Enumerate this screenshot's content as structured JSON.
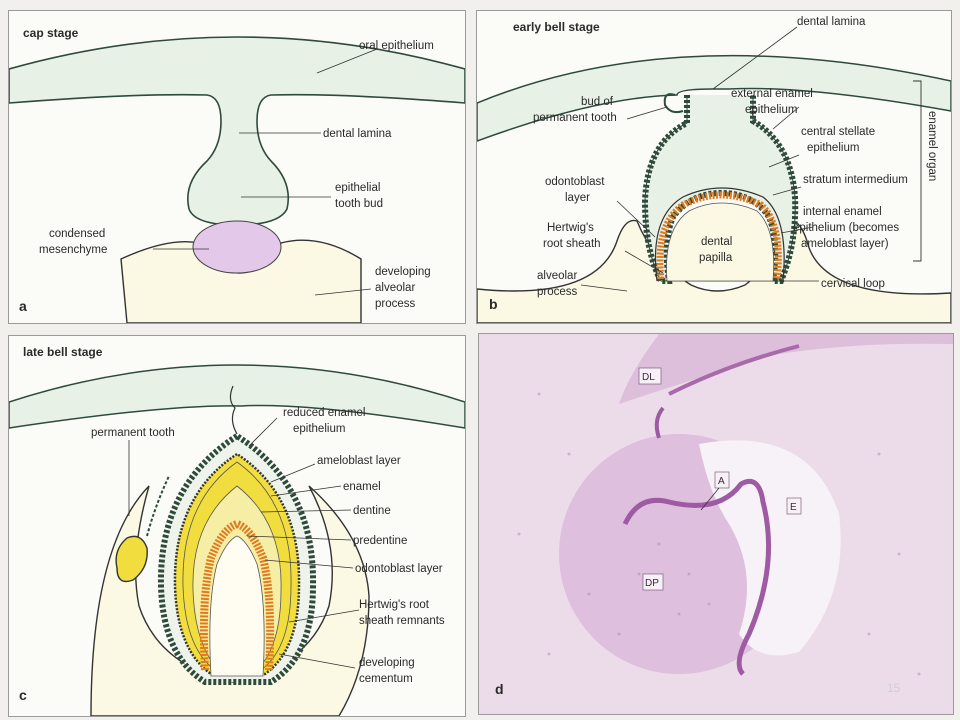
{
  "panel_a": {
    "title": "cap stage",
    "letter": "a",
    "labels": {
      "oral_epithelium": "oral epithelium",
      "dental_lamina": "dental lamina",
      "tooth_bud_1": "epithelial",
      "tooth_bud_2": "tooth bud",
      "mesenchyme_1": "condensed",
      "mesenchyme_2": "mesenchyme",
      "alveolar_1": "developing",
      "alveolar_2": "alveolar",
      "alveolar_3": "process"
    }
  },
  "panel_b": {
    "title": "early bell stage",
    "letter": "b",
    "labels": {
      "dental_lamina": "dental lamina",
      "permanent_bud_1": "bud of",
      "permanent_bud_2": "permanent tooth",
      "external_1": "external enamel",
      "external_2": "epithelium",
      "stellate_1": "central stellate",
      "stellate_2": "epithelium",
      "stratum": "stratum intermedium",
      "odontoblast_1": "odontoblast",
      "odontoblast_2": "layer",
      "internal_1": "internal enamel",
      "internal_2": "epithelium (becomes",
      "internal_3": "ameloblast layer)",
      "hertwig_1": "Hertwig's",
      "hertwig_2": "root sheath",
      "papilla_1": "dental",
      "papilla_2": "papilla",
      "alveolar_1": "alveolar",
      "alveolar_2": "process",
      "cervical": "cervical loop",
      "enamel_organ": "enamel organ"
    }
  },
  "panel_c": {
    "title": "late bell stage",
    "letter": "c",
    "labels": {
      "permanent": "permanent tooth",
      "reduced_1": "reduced enamel",
      "reduced_2": "epithelium",
      "ameloblast": "ameloblast layer",
      "enamel": "enamel",
      "dentine": "dentine",
      "predentine": "predentine",
      "odontoblast": "odontoblast layer",
      "hertwig_1": "Hertwig's root",
      "hertwig_2": "sheath remnants",
      "cementum_1": "developing",
      "cementum_2": "cementum"
    }
  },
  "panel_d": {
    "letter": "d",
    "labels": {
      "dl": "DL",
      "a": "A",
      "e": "E",
      "dp": "DP"
    }
  },
  "page_number": "15",
  "colors": {
    "epithelium": "#e8f1e6",
    "mesenchyme": "#e3c8ea",
    "bone": "#fbf8e4",
    "enamel": "#f2dd3e",
    "dentine": "#f7eea6",
    "odontoblast": "#e07a1e",
    "tissue": "#d9b6d9"
  }
}
